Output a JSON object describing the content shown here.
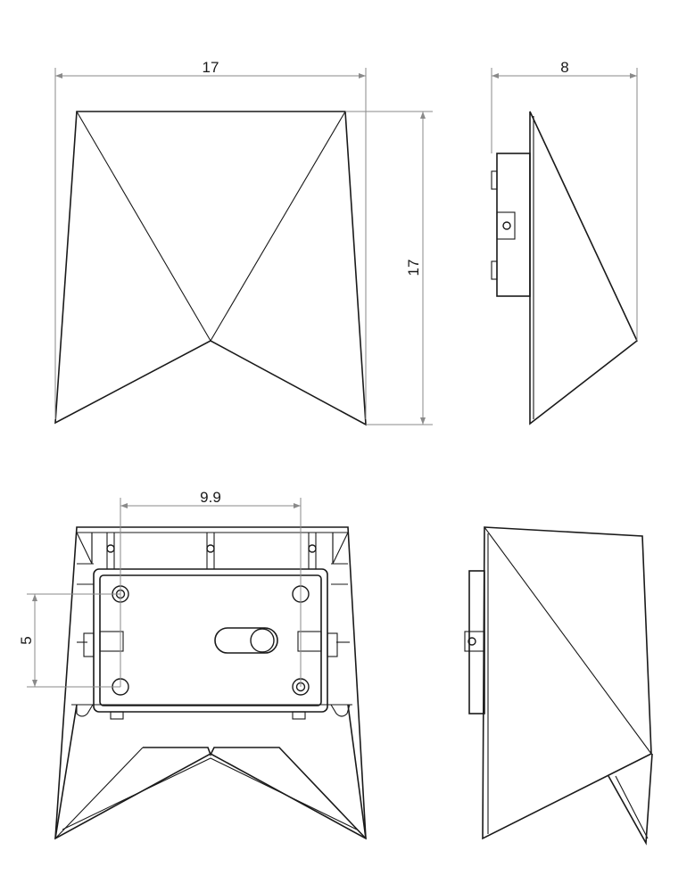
{
  "views": {
    "front": {
      "width_label": "17",
      "height_label": "17"
    },
    "side": {
      "depth_label": "8"
    },
    "back": {
      "hole_spacing_h_label": "9.9",
      "hole_spacing_v_label": "5"
    },
    "perspective": {}
  },
  "colors": {
    "line": "#1a1a1a",
    "dimension": "#8a8a8a",
    "background": "#ffffff"
  }
}
